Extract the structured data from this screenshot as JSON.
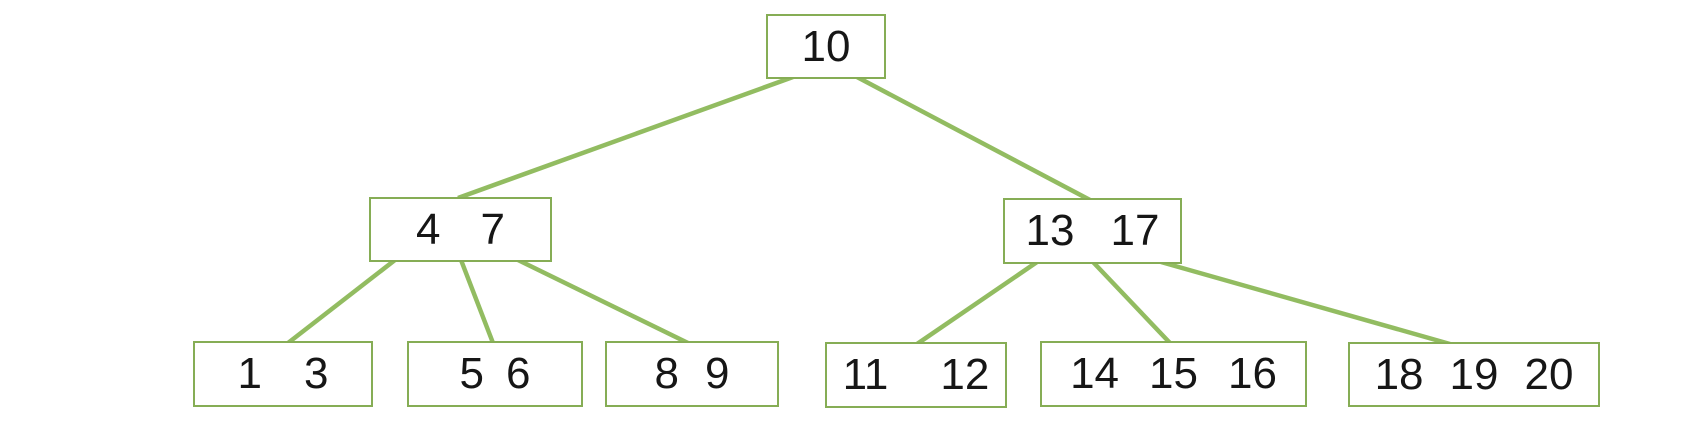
{
  "diagram": {
    "type": "b-tree",
    "background": "#ffffff",
    "colors": {
      "node_border": "#86ad55",
      "edge_line": "#92bc61",
      "key_text": "#161616"
    },
    "nodes": {
      "root": {
        "keys": [
          "10"
        ]
      },
      "n47": {
        "keys": [
          "4",
          "7"
        ]
      },
      "n1317": {
        "keys": [
          "13",
          "17"
        ]
      },
      "l13": {
        "keys": [
          "1",
          "3"
        ]
      },
      "l56": {
        "keys": [
          "5",
          "6"
        ]
      },
      "l89": {
        "keys": [
          "8",
          "9"
        ]
      },
      "l1112": {
        "keys": [
          "11",
          "12"
        ]
      },
      "l141516": {
        "keys": [
          "14",
          "15",
          "16"
        ]
      },
      "l181920": {
        "keys": [
          "18",
          "19",
          "20"
        ]
      }
    },
    "edges": [
      {
        "from": "root",
        "to": "n47"
      },
      {
        "from": "root",
        "to": "n1317"
      },
      {
        "from": "n47",
        "to": "l13"
      },
      {
        "from": "n47",
        "to": "l56"
      },
      {
        "from": "n47",
        "to": "l89"
      },
      {
        "from": "n1317",
        "to": "l1112"
      },
      {
        "from": "n1317",
        "to": "l141516"
      },
      {
        "from": "n1317",
        "to": "l181920"
      }
    ]
  }
}
